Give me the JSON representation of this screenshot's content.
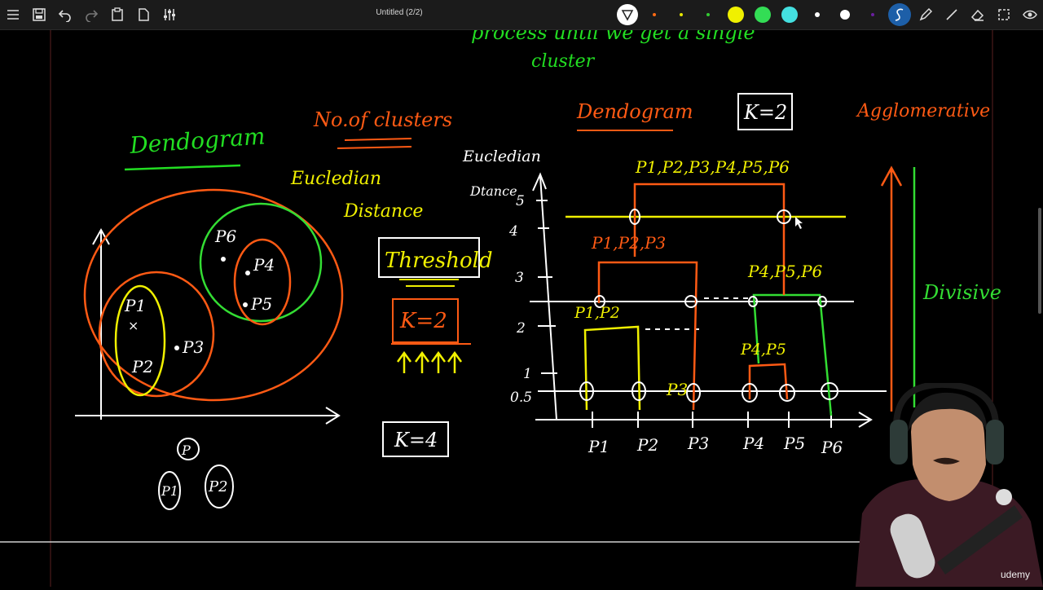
{
  "app": {
    "document_title": "Untitled (2/2)"
  },
  "toolbar": {
    "left_icons": [
      "menu-icon",
      "save-icon",
      "undo-icon",
      "redo-icon",
      "paste-icon",
      "page-icon",
      "settings-sliders-icon"
    ],
    "right_icons": [
      "pen-icon",
      "line-icon",
      "eraser-icon",
      "select-icon",
      "eye-icon"
    ],
    "colors": [
      "#ff6a13",
      "#e6e600",
      "#33cc33",
      "#f0f000",
      "#33dd55",
      "#44e0e0",
      "#ffffff",
      "#ffffff",
      "#6a1fa0"
    ],
    "active_tool_color": "#1d5fa8"
  },
  "board": {
    "header_note": [
      "process until we get a single",
      "cluster"
    ],
    "left_title": "Dendogram",
    "no_of_clusters": "No.of clusters",
    "euclidean_distance": [
      "Eucledian",
      "Distance"
    ],
    "threshold": "Threshold",
    "k2_left": "K=2",
    "k4": "K=4",
    "small_circles": [
      "P",
      "P1",
      "P2"
    ],
    "scatter_points": [
      "P1",
      "P2",
      "P3",
      "P4",
      "P5",
      "P6"
    ],
    "dendogram_title": "Dendogram",
    "k2_right": "K=2",
    "agglomerative": "Agglomerative",
    "divisive": "Divisive",
    "axis_label": [
      "Eucledian",
      "Dtance"
    ],
    "y_ticks": [
      "5",
      "4",
      "3",
      "2",
      "1",
      "0.5"
    ],
    "x_ticks": [
      "P1",
      "P2",
      "P3",
      "P4",
      "P5",
      "P6"
    ],
    "cluster_labels": [
      "P1,P2,P3,P4,P5,P6",
      "P1,P2,P3",
      "P4,P5,P6",
      "P1,P2",
      "P4,P5",
      "P3"
    ]
  },
  "watermark": "udemy"
}
